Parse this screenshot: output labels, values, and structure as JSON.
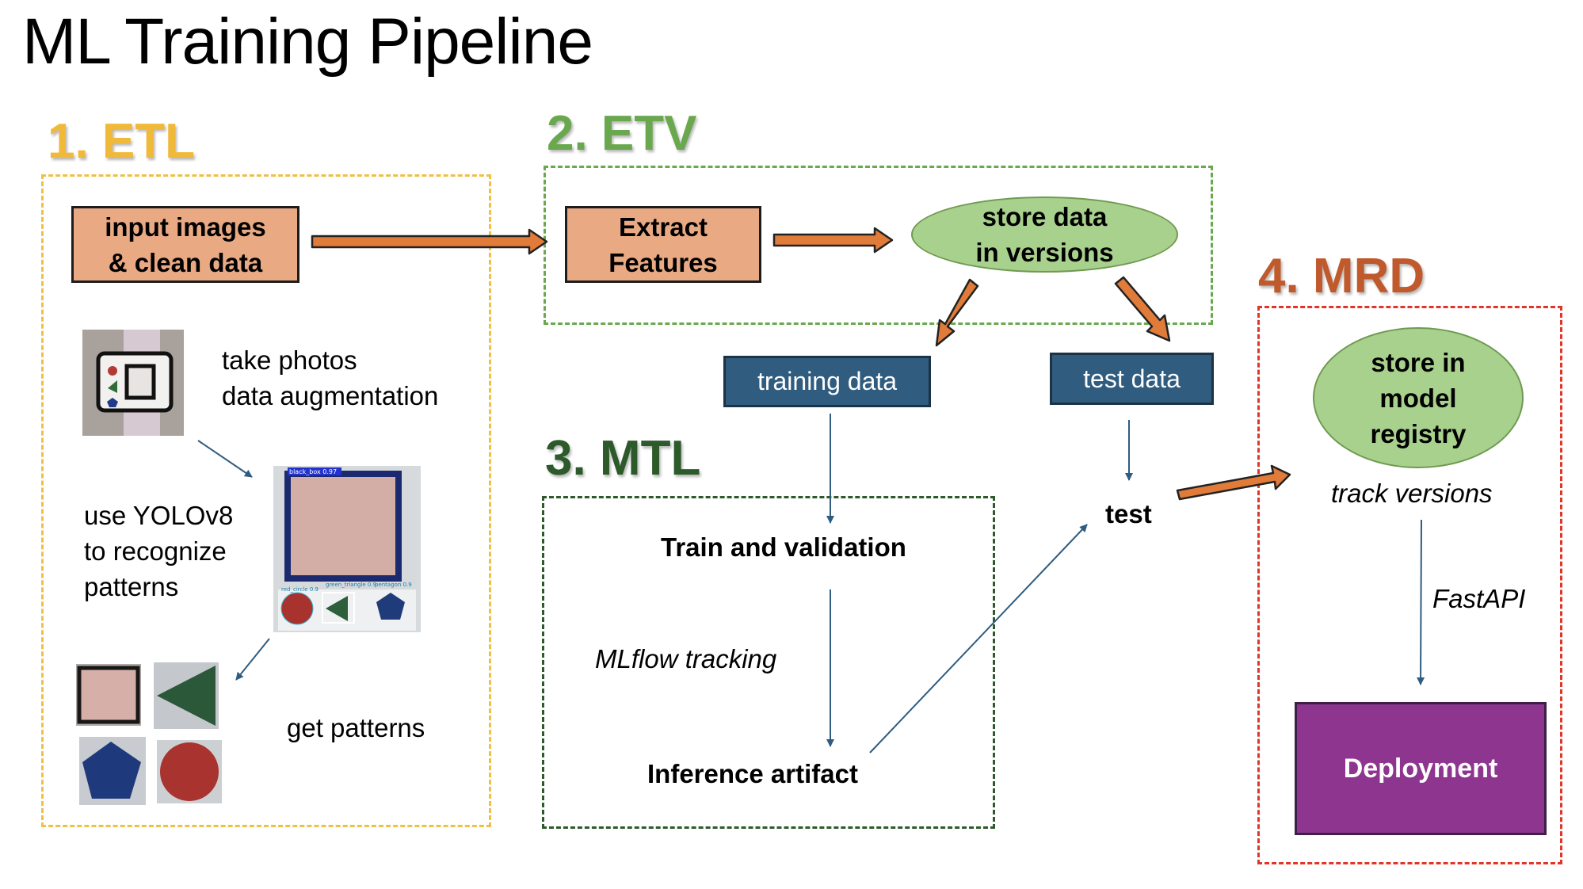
{
  "title": "ML Training Pipeline",
  "sections": {
    "etl": "1. ETL",
    "etv": "2. ETV",
    "mtl": "3. MTL",
    "mrd": "4. MRD"
  },
  "etl": {
    "input_box": "input images\n& clean data",
    "step_photos": "take photos\ndata augmentation",
    "step_yolo": "use YOLOv8\nto recognize\npatterns",
    "step_patterns": "get patterns",
    "detections": [
      "black_box 0.97",
      "red_circle 0.9",
      "green_triangle 0.9",
      "pentagon 0.9"
    ]
  },
  "etv": {
    "extract_box": "Extract\nFeatures",
    "store_versions": "store data\nin versions"
  },
  "data": {
    "training": "training data",
    "test": "test data"
  },
  "mtl": {
    "train_validation": "Train and validation",
    "mlflow": "MLflow tracking",
    "inference": "Inference artifact",
    "test": "test"
  },
  "mrd": {
    "registry": "store in\nmodel\nregistry",
    "track": "track versions",
    "fastapi": "FastAPI",
    "deployment": "Deployment"
  },
  "colors": {
    "etl": "#f0b93a",
    "etv": "#6aa84f",
    "mtl": "#2d5a2a",
    "mrd": "#c0592b",
    "process_box": "#e9a983",
    "ellipse": "#a9d18e",
    "data_box": "#2f5c7f",
    "deployment": "#8e3590",
    "fat_arrow": "#e07b39"
  }
}
